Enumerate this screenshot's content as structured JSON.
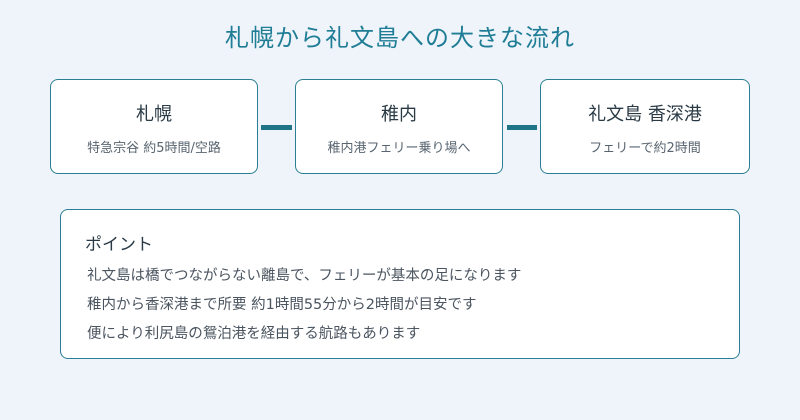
{
  "title": "札幌から礼文島への大きな流れ",
  "steps": [
    {
      "name": "札幌",
      "detail": "特急宗谷 約5時間/空路"
    },
    {
      "name": "稚内",
      "detail": "稚内港フェリー乗り場へ"
    },
    {
      "name": "礼文島 香深港",
      "detail": "フェリーで約2時間"
    }
  ],
  "points": {
    "heading": "ポイント",
    "items": [
      "礼文島は橋でつながらない離島で、フェリーが基本の足になります",
      "稚内から香深港まで所要 約1時間55分から2時間が目安です",
      "便により利尻島の鴛泊港を経由する航路もあります"
    ]
  },
  "colors": {
    "accent": "#1f7d96",
    "border": "#2b7f93",
    "connector": "#1f7487",
    "background": "#eef4fa"
  }
}
